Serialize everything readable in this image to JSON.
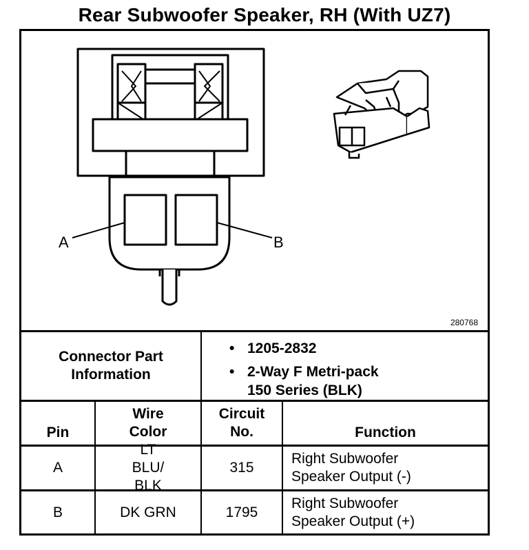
{
  "title": "Rear Subwoofer Speaker, RH (With UZ7)",
  "figure_number": "280768",
  "pin_labels": {
    "a": "A",
    "b": "B"
  },
  "connector_info": {
    "label": "Connector Part Information",
    "bullets": [
      "1205-2832",
      "2-Way F Metri-pack\n150 Series (BLK)"
    ]
  },
  "table": {
    "headers": {
      "pin": "Pin",
      "wire_color": "Wire Color",
      "circuit": "Circuit No.",
      "function": "Function"
    },
    "rows": [
      {
        "pin": "A",
        "wire_color": "LT BLU/ BLK",
        "circuit": "315",
        "function": "Right Subwoofer Speaker Output (-)"
      },
      {
        "pin": "B",
        "wire_color": "DK GRN",
        "circuit": "1795",
        "function": "Right Subwoofer Speaker Output (+)"
      }
    ]
  }
}
